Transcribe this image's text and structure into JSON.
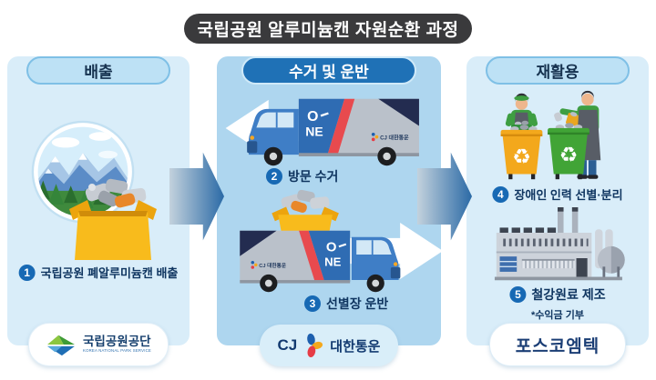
{
  "title": "국립공원 알루미늄캔 자원순환 과정",
  "columns": [
    {
      "header": "배출",
      "steps": [
        {
          "num": "1",
          "label": "국립공원 폐알루미늄캔 배출"
        }
      ],
      "logo": {
        "name": "국립공원공단",
        "subtitle": "KOREA NATIONAL PARK SERVICE"
      }
    },
    {
      "header": "수거 및 운반",
      "steps": [
        {
          "num": "2",
          "label": "방문 수거"
        },
        {
          "num": "3",
          "label": "선별장 운반"
        }
      ],
      "logo": {
        "prefix": "CJ",
        "name": "대한통운"
      }
    },
    {
      "header": "재활용",
      "steps": [
        {
          "num": "4",
          "label": "장애인 인력 선별·분리"
        },
        {
          "num": "5",
          "label": "철강원료 제조",
          "note": "*수익금 기부"
        }
      ],
      "logo": {
        "name": "포스코엠텍"
      }
    }
  ],
  "truck": {
    "brand_line1": "O",
    "brand_line2": "NE",
    "side_label": "CJ 대한통운"
  },
  "icons": {
    "recycle": "♻"
  },
  "colors": {
    "title_bg": "#3a3a3c",
    "side_panel_bg": "#d9edf9",
    "mid_panel_bg": "#aed6ef",
    "light_header_bg": "#bde1f5",
    "light_header_border": "#7fc0e6",
    "dark_header_bg": "#1f71b6",
    "step_badge_bg": "#1769b4",
    "label_text": "#0f3560",
    "flow_arrow_dark": "#2b6aa6",
    "logo_navy": "#17406e"
  }
}
